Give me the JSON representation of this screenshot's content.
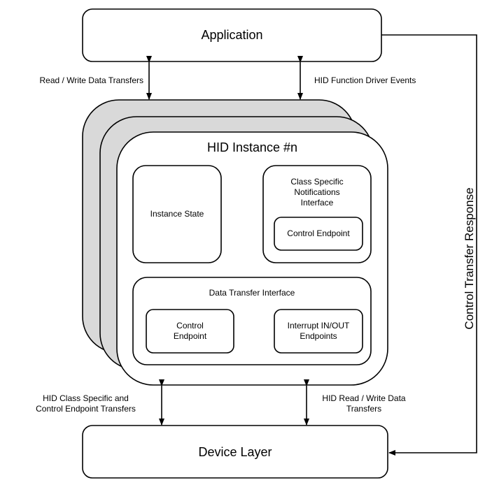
{
  "diagram": {
    "application": {
      "label": "Application"
    },
    "device_layer": {
      "label": "Device Layer"
    },
    "hid_instance": {
      "title": "HID Instance #n",
      "instance_state": {
        "label": "Instance State"
      },
      "class_specific": {
        "label_lines": [
          "Class Specific",
          "Notifications",
          "Interface"
        ],
        "control_endpoint": "Control Endpoint"
      },
      "data_transfer": {
        "label": "Data Transfer Interface",
        "control_endpoint_lines": [
          "Control",
          "Endpoint"
        ],
        "interrupt_lines": [
          "Interrupt IN/OUT",
          "Endpoints"
        ]
      }
    },
    "edges": {
      "read_write": "Read / Write Data Transfers",
      "hid_events": "HID Function Driver Events",
      "hid_class_lines": [
        "HID Class Specific and",
        "Control Endpoint Transfers"
      ],
      "hid_rw_lines": [
        "HID Read / Write Data",
        "Transfers"
      ],
      "control_response": "Control Transfer Response"
    },
    "colors": {
      "stroke": "#000000",
      "shadow_fill": "#d9d9d9",
      "box_fill": "#ffffff"
    }
  }
}
